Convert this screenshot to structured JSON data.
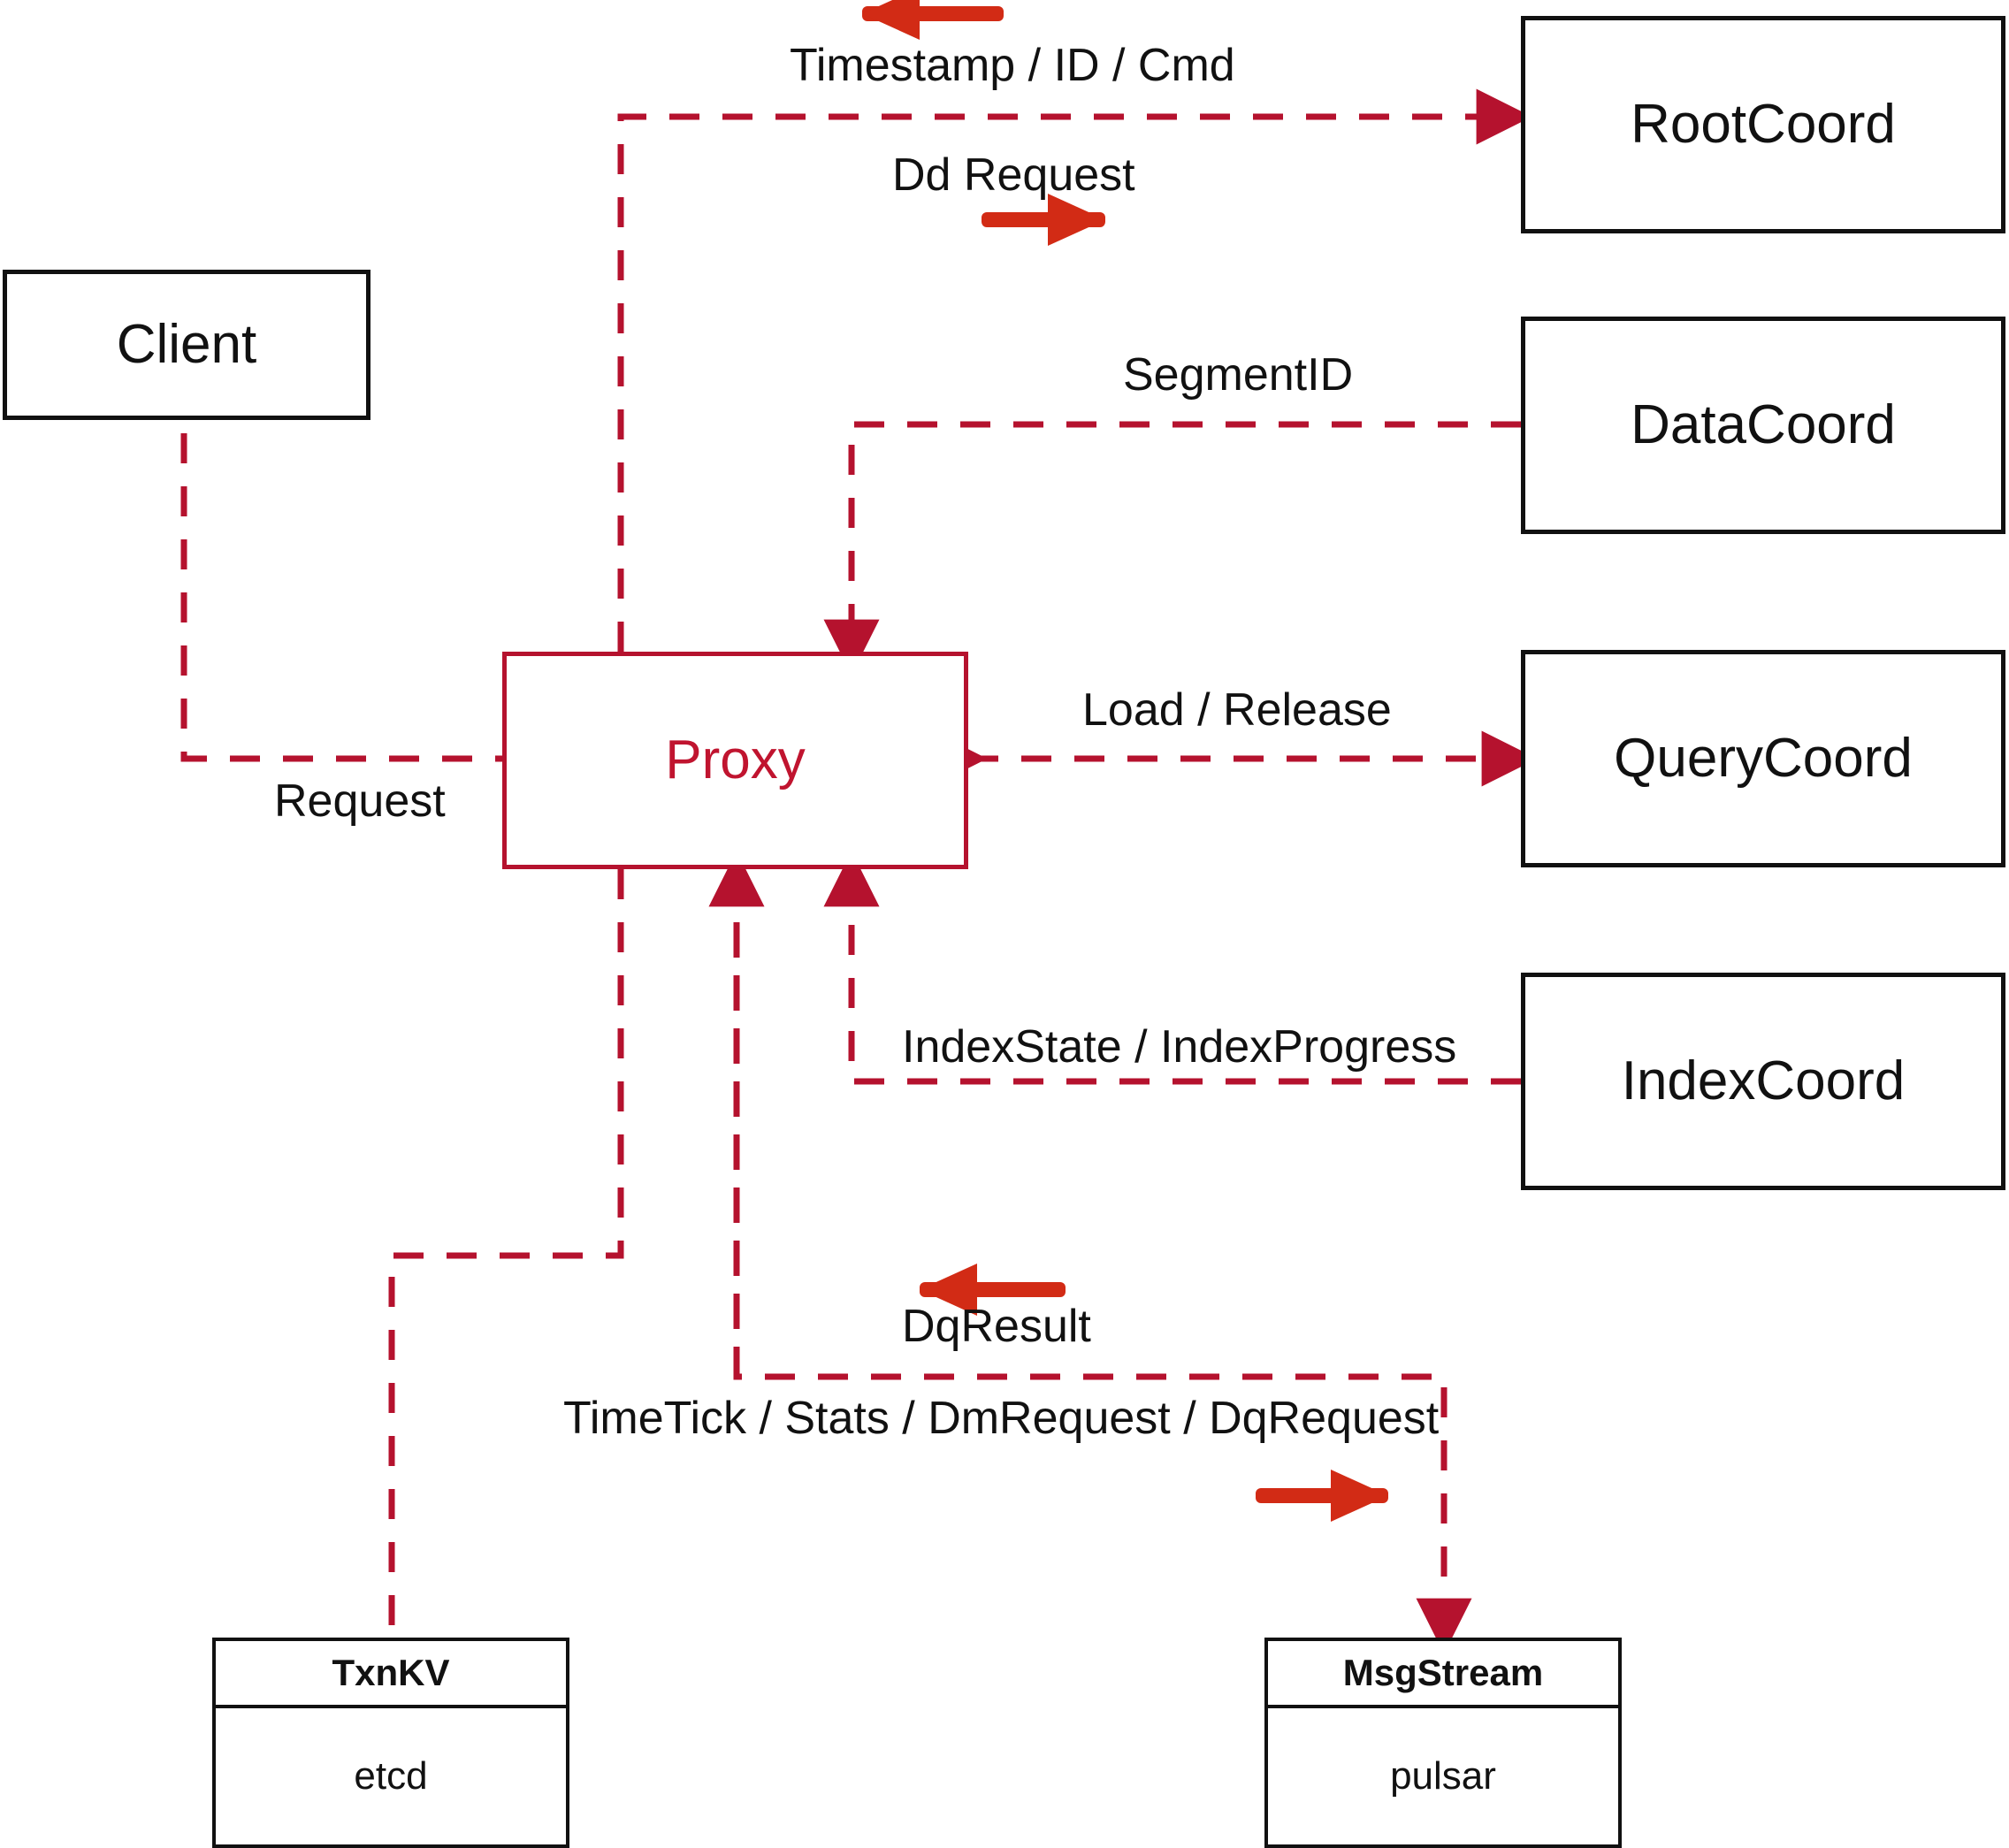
{
  "diagram": {
    "title": "Milvus Proxy interaction diagram",
    "colors": {
      "proxy_red": "#c0142f",
      "dashed_red": "#b5122e",
      "solid_arrow_red": "#d22b15",
      "box_black": "#111111",
      "background": "#ffffff"
    }
  },
  "nodes": {
    "client": {
      "label": "Client"
    },
    "proxy": {
      "label": "Proxy"
    },
    "root_coord": {
      "label": "RootCoord"
    },
    "data_coord": {
      "label": "DataCoord"
    },
    "query_coord": {
      "label": "QueryCoord"
    },
    "index_coord": {
      "label": "IndexCoord"
    },
    "txnkv": {
      "title": "TxnKV",
      "impl": "etcd"
    },
    "msgstream": {
      "title": "MsgStream",
      "impl": "pulsar"
    }
  },
  "edge_labels": {
    "timestamp_id_cmd": "Timestamp / ID / Cmd",
    "dd_request": "Dd Request",
    "segment_id": "SegmentID",
    "request": "Request",
    "load_release": "Load / Release",
    "index_state_progress": "IndexState / IndexProgress",
    "dq_result": "DqResult",
    "timetick_stats": "TimeTick / Stats / DmRequest / DqRequest"
  },
  "direction_markers": {
    "timestamp_direction": "arrow-left",
    "dd_request_direction": "arrow-right",
    "dq_result_direction": "arrow-left",
    "timetick_direction": "arrow-right"
  }
}
